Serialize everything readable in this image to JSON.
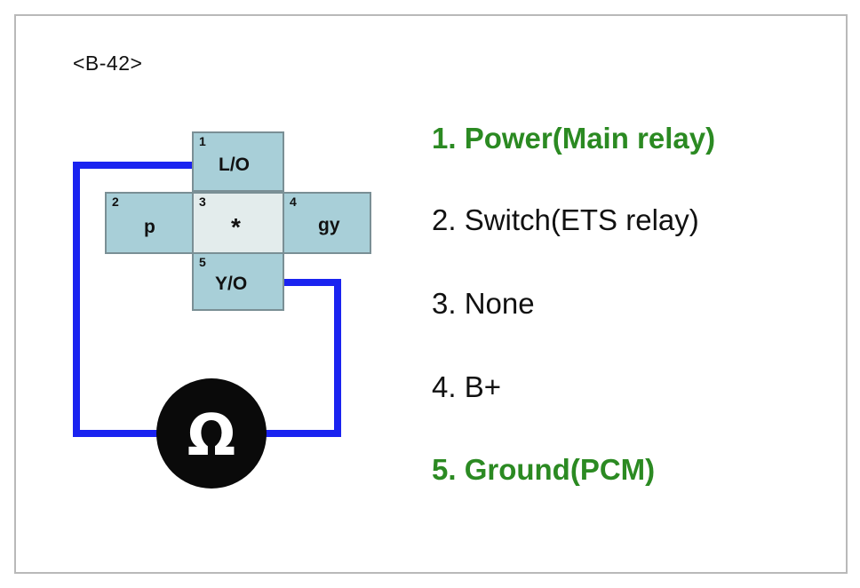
{
  "connector": {
    "id": "<B-42>"
  },
  "pins": [
    {
      "num": "1",
      "label": "L/O"
    },
    {
      "num": "2",
      "label": "p"
    },
    {
      "num": "3",
      "label": "*"
    },
    {
      "num": "4",
      "label": "gy"
    },
    {
      "num": "5",
      "label": "Y/O"
    }
  ],
  "meter": {
    "symbol": "Ω",
    "icon": "ohmmeter-icon"
  },
  "legend": [
    {
      "text": "1. Power(Main relay)",
      "highlight": true
    },
    {
      "text": "2. Switch(ETS relay)",
      "highlight": false
    },
    {
      "text": "3. None",
      "highlight": false
    },
    {
      "text": "4. B+",
      "highlight": false
    },
    {
      "text": "5. Ground(PCM)",
      "highlight": true
    }
  ],
  "colors": {
    "wire": "#1a23f0",
    "highlight_text": "#2b8a22",
    "pin_fill": "#a8cfd8",
    "pin_center_fill": "#e3ecec"
  }
}
